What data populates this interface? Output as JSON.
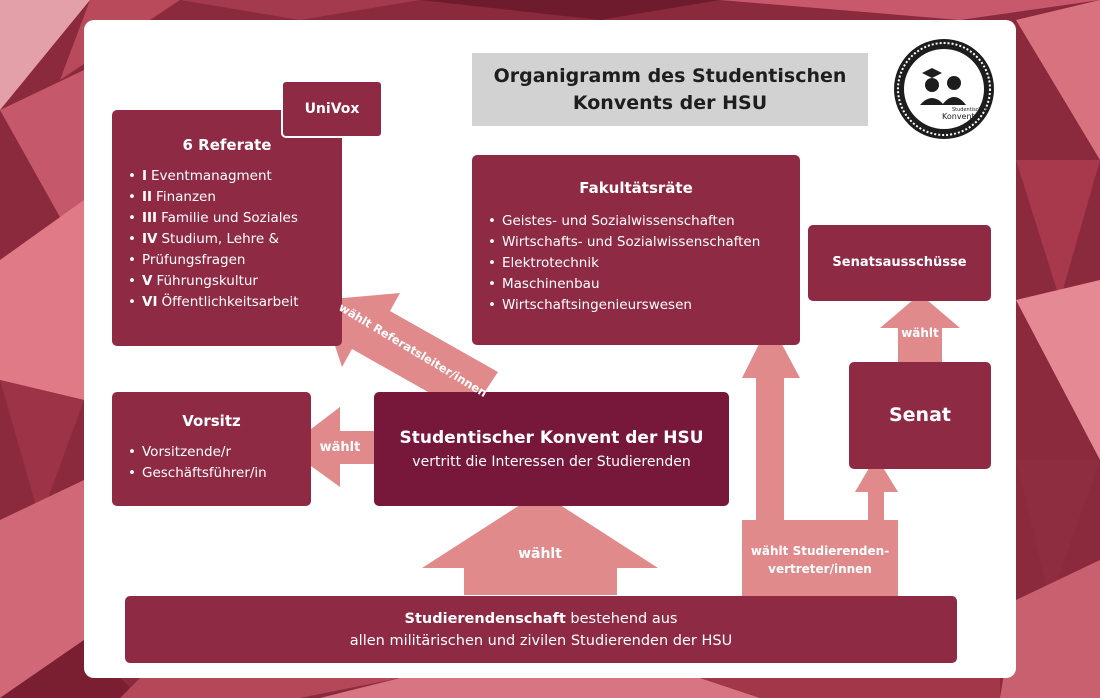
{
  "title": {
    "line1": "Organigramm des Studentischen",
    "line2": "Konvents der HSU"
  },
  "logo": {
    "text_small": "Studentischer",
    "text_big": "Konvent"
  },
  "univox": {
    "label": "UniVox"
  },
  "referate": {
    "heading": "6 Referate",
    "items": [
      {
        "num": "I",
        "text": "Eventmanagment"
      },
      {
        "num": "II",
        "text": "Finanzen"
      },
      {
        "num": "III",
        "text": "Familie und Soziales"
      },
      {
        "num": "IV",
        "text": "Studium, Lehre &"
      },
      {
        "num": "",
        "text": "Prüfungsfragen"
      },
      {
        "num": "V",
        "text": "Führungskultur"
      },
      {
        "num": "VI",
        "text": "Öffentlichkeitsarbeit"
      }
    ]
  },
  "fakultaetsraete": {
    "heading": "Fakultätsräte",
    "items": [
      "Geistes- und Sozialwissenschaften",
      "Wirtschafts- und Sozialwissenschaften",
      "Elektrotechnik",
      "Maschinenbau",
      "Wirtschaftsingenieurswesen"
    ]
  },
  "senatsausschuesse": {
    "label": "Senatsausschüsse"
  },
  "senat": {
    "label": "Senat"
  },
  "vorsitz": {
    "heading": "Vorsitz",
    "items": [
      "Vorsitzende/r",
      "Geschäftsführer/in"
    ]
  },
  "konvent": {
    "heading": "Studentischer Konvent der HSU",
    "sub": "vertritt die Interessen der Studierenden"
  },
  "studierendenschaft": {
    "bold": "Studierendenschaft",
    "rest": " bestehend aus",
    "line2": "allen militärischen und zivilen Studierenden der HSU"
  },
  "arrows": {
    "referate": "wählt Referatsleiter/innen",
    "vorsitz": "wählt",
    "konvent": "wählt",
    "senatsausschuss": "wählt",
    "studierendenvertreter_line1": "wählt Studierenden-",
    "studierendenvertreter_line2": "vertreter/innen"
  },
  "colors": {
    "box": "#8f2a45",
    "box_dark": "#77173a",
    "arrow": "#e08a8c",
    "title_bg": "#d2d2d2"
  }
}
